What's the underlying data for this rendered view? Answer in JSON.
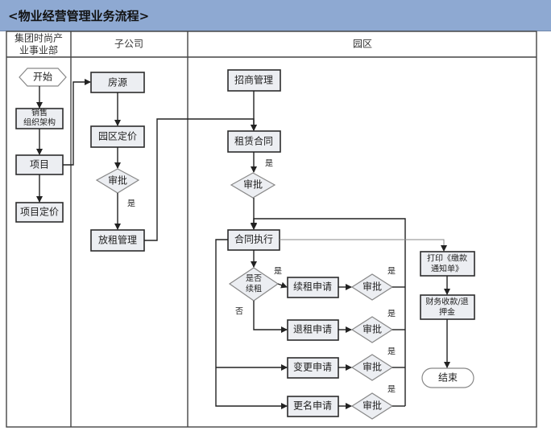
{
  "title": "<物业经营管理业务流程>",
  "lanes": [
    {
      "id": "group",
      "label_lines": [
        "集团时尚产",
        "业事业部"
      ]
    },
    {
      "id": "subsidiary",
      "label": "子公司"
    },
    {
      "id": "park",
      "label": "园区"
    }
  ],
  "nodes": {
    "start": "开始",
    "sales_org": [
      "销售",
      "组织架构"
    ],
    "project": "项目",
    "project_pricing": "项目定价",
    "housing": "房源",
    "park_pricing": "园区定价",
    "sub_approve": "审批",
    "leasing_mgmt": "放租管理",
    "investment_mgmt": "招商管理",
    "lease_contract": "租赁合同",
    "park_approve": "审批",
    "contract_exec": "合同执行",
    "renew_decision": [
      "是否",
      "续租"
    ],
    "renew_apply": "续租申请",
    "terminate_apply": "退租申请",
    "change_apply": "变更申请",
    "rename_apply": "更名申请",
    "approve_renew": "审批",
    "approve_terminate": "审批",
    "approve_change": "审批",
    "approve_rename": "审批",
    "print_notice": [
      "打印《缴款",
      "通知单》"
    ],
    "finance": [
      "财务收款/退",
      "押金"
    ],
    "end": "结束"
  },
  "edge_labels": {
    "yes": "是",
    "no": "否"
  }
}
